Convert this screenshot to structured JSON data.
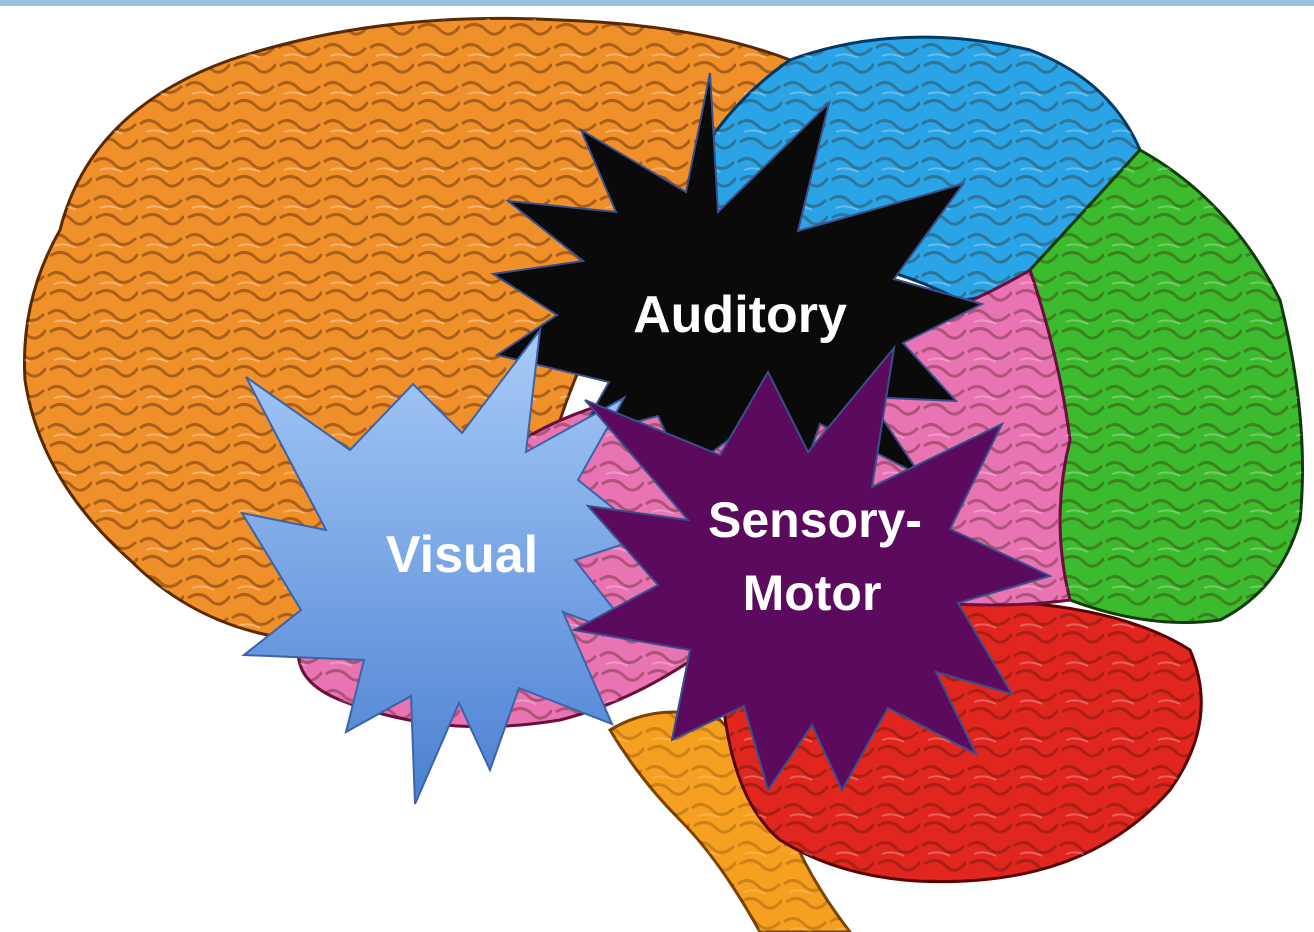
{
  "labels": {
    "auditory": "Auditory",
    "visual": "Visual",
    "sensory_line1": "Sensory-",
    "sensory_line2": "Motor"
  },
  "colors": {
    "frontal_lobe": "#f0902a",
    "parietal_lobe": "#2aa4e6",
    "occipital_lobe": "#3dbb2f",
    "temporal_lobe": "#e874b4",
    "cerebellum": "#e0261f",
    "brainstem": "#f5a020",
    "auditory_burst": "#0a0a0a",
    "visual_burst_top": "#9ec3f5",
    "visual_burst_bottom": "#4f86d6",
    "sensory_motor_burst": "#5c0a5e",
    "burst_text": "#ffffff"
  }
}
